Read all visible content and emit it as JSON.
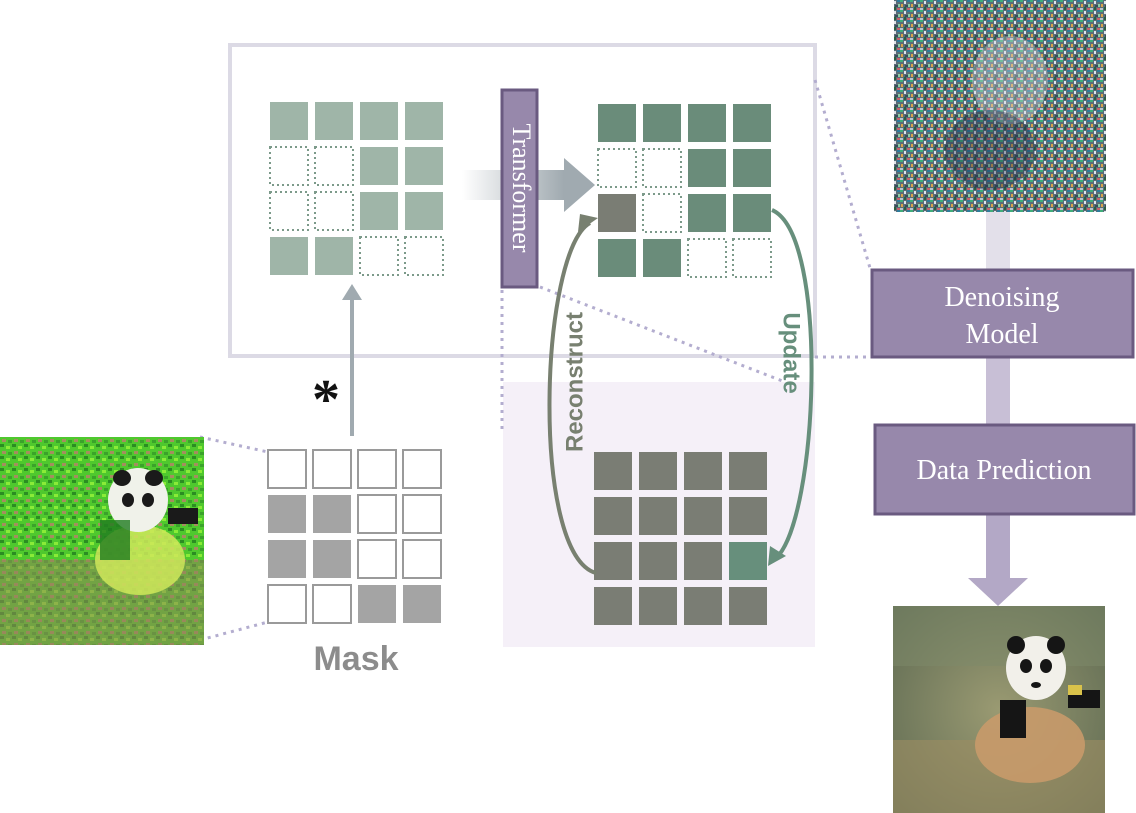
{
  "labels": {
    "transformer": "Transformer",
    "denoising_line1": "Denoising",
    "denoising_line2": "Model",
    "data_prediction": "Data Prediction",
    "reconstruct": "Reconstruct",
    "update": "Update",
    "mask": "Mask",
    "star": "*"
  },
  "grids": {
    "input_tokens": [
      [
        "filled",
        "filled",
        "filled",
        "filled"
      ],
      [
        "empty",
        "empty",
        "filled",
        "filled"
      ],
      [
        "empty",
        "empty",
        "filled",
        "filled"
      ],
      [
        "filled",
        "filled",
        "empty",
        "empty"
      ]
    ],
    "output_tokens": [
      [
        "filled",
        "filled",
        "filled",
        "filled"
      ],
      [
        "empty",
        "empty",
        "filled",
        "filled"
      ],
      [
        "gray",
        "empty",
        "filled",
        "filled"
      ],
      [
        "filled",
        "filled",
        "empty",
        "empty"
      ]
    ],
    "mask": [
      [
        "empty",
        "empty",
        "empty",
        "empty"
      ],
      [
        "gray",
        "gray",
        "empty",
        "empty"
      ],
      [
        "gray",
        "gray",
        "empty",
        "empty"
      ],
      [
        "empty",
        "empty",
        "gray",
        "gray"
      ]
    ],
    "cache": [
      [
        "gray",
        "gray",
        "gray",
        "gray"
      ],
      [
        "gray",
        "gray",
        "gray",
        "gray"
      ],
      [
        "gray",
        "gray",
        "gray",
        "green"
      ],
      [
        "gray",
        "gray",
        "gray",
        "gray"
      ]
    ]
  },
  "colors": {
    "input_filled": "#9fb5a8",
    "input_dotted": "#7c9a8a",
    "output_filled": "#6a8c7a",
    "dark_gray": "#7a7d74",
    "cache_green": "#678f7c",
    "mask_gray": "#a4a4a4",
    "mask_border": "#9a9a9a",
    "purple_fill": "#9788ab",
    "purple_border": "#6a5a80",
    "frame_border": "#dcdae5",
    "cache_bg": "#f5f0f8",
    "arrow_gray": "#a0aab0",
    "dotted_line": "#b3adcf",
    "reconstruct_arrow": "#788070",
    "update_arrow": "#678f7c"
  }
}
